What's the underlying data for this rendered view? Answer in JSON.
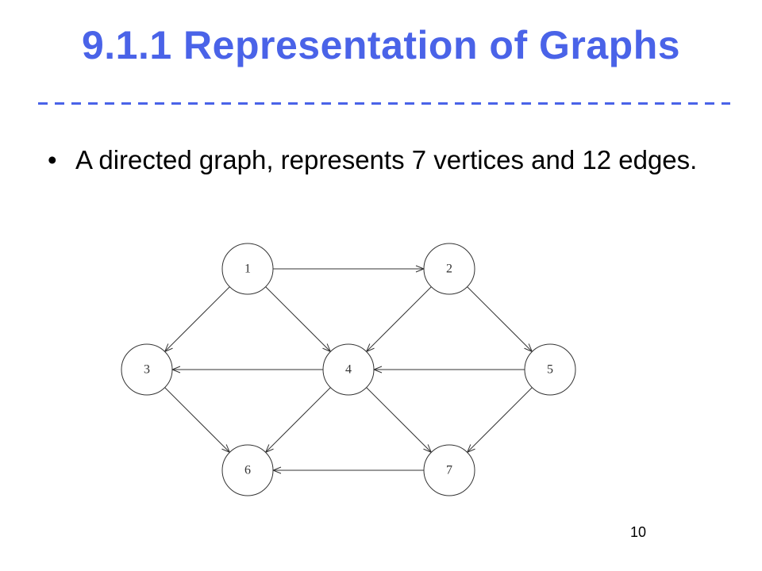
{
  "slide": {
    "title": "9.1.1 Representation of Graphs",
    "title_color": "#4a63e8",
    "rule_color": "#4a63e8",
    "bullet_glyph": "•",
    "bullet_text": "A directed graph, represents 7 vertices and 12 edges.",
    "page_number": "10"
  },
  "graph": {
    "directed": true,
    "nodes": [
      {
        "id": "1",
        "label": "1"
      },
      {
        "id": "2",
        "label": "2"
      },
      {
        "id": "3",
        "label": "3"
      },
      {
        "id": "4",
        "label": "4"
      },
      {
        "id": "5",
        "label": "5"
      },
      {
        "id": "6",
        "label": "6"
      },
      {
        "id": "7",
        "label": "7"
      }
    ],
    "edges": [
      {
        "from": "1",
        "to": "2"
      },
      {
        "from": "1",
        "to": "3"
      },
      {
        "from": "1",
        "to": "4"
      },
      {
        "from": "2",
        "to": "4"
      },
      {
        "from": "2",
        "to": "5"
      },
      {
        "from": "4",
        "to": "3"
      },
      {
        "from": "5",
        "to": "4"
      },
      {
        "from": "3",
        "to": "6"
      },
      {
        "from": "4",
        "to": "6"
      },
      {
        "from": "4",
        "to": "7"
      },
      {
        "from": "5",
        "to": "7"
      },
      {
        "from": "7",
        "to": "6"
      }
    ]
  }
}
